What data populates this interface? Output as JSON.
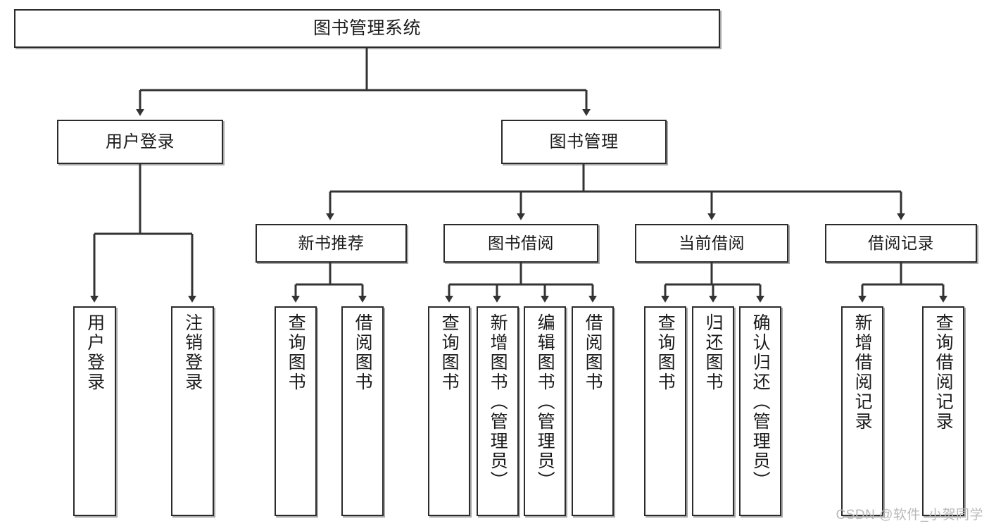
{
  "diagram": {
    "title": "图书管理系统",
    "type": "hierarchy-tree",
    "watermark": "CSDN @软件_小贺同学",
    "colors": {
      "box_border": "#2b2b2b",
      "box_fill": "#ffffff",
      "edge": "#333333",
      "text": "#1a1a1a",
      "watermark": "#b9b9b9"
    },
    "nodes": {
      "root": {
        "label": "图书管理系统"
      },
      "level1": [
        {
          "id": "user-login",
          "label": "用户登录"
        },
        {
          "id": "book-manage",
          "label": "图书管理"
        }
      ],
      "level2": [
        {
          "id": "new-book-rec",
          "label": "新书推荐"
        },
        {
          "id": "book-borrow",
          "label": "图书借阅"
        },
        {
          "id": "current-borrow",
          "label": "当前借阅"
        },
        {
          "id": "borrow-record",
          "label": "借阅记录"
        }
      ],
      "leaves": [
        {
          "id": "leaf-user-login",
          "label": "用户登录",
          "parent": "user-login"
        },
        {
          "id": "leaf-logout",
          "label": "注销登录",
          "parent": "user-login"
        },
        {
          "id": "leaf-query-book-1",
          "label": "查询图书",
          "parent": "new-book-rec"
        },
        {
          "id": "leaf-borrow-book-1",
          "label": "借阅图书",
          "parent": "new-book-rec"
        },
        {
          "id": "leaf-query-book-2",
          "label": "查询图书",
          "parent": "book-borrow"
        },
        {
          "id": "leaf-add-book",
          "label": "新增图书（管理员）",
          "parent": "book-borrow"
        },
        {
          "id": "leaf-edit-book",
          "label": "编辑图书（管理员）",
          "parent": "book-borrow"
        },
        {
          "id": "leaf-borrow-book-2",
          "label": "借阅图书",
          "parent": "book-borrow"
        },
        {
          "id": "leaf-query-book-3",
          "label": "查询图书",
          "parent": "current-borrow"
        },
        {
          "id": "leaf-return-book",
          "label": "归还图书",
          "parent": "current-borrow"
        },
        {
          "id": "leaf-confirm-return",
          "label": "确认归还（管理员）",
          "parent": "current-borrow"
        },
        {
          "id": "leaf-add-record",
          "label": "新增借阅记录",
          "parent": "borrow-record"
        },
        {
          "id": "leaf-query-record",
          "label": "查询借阅记录",
          "parent": "borrow-record"
        }
      ]
    }
  }
}
